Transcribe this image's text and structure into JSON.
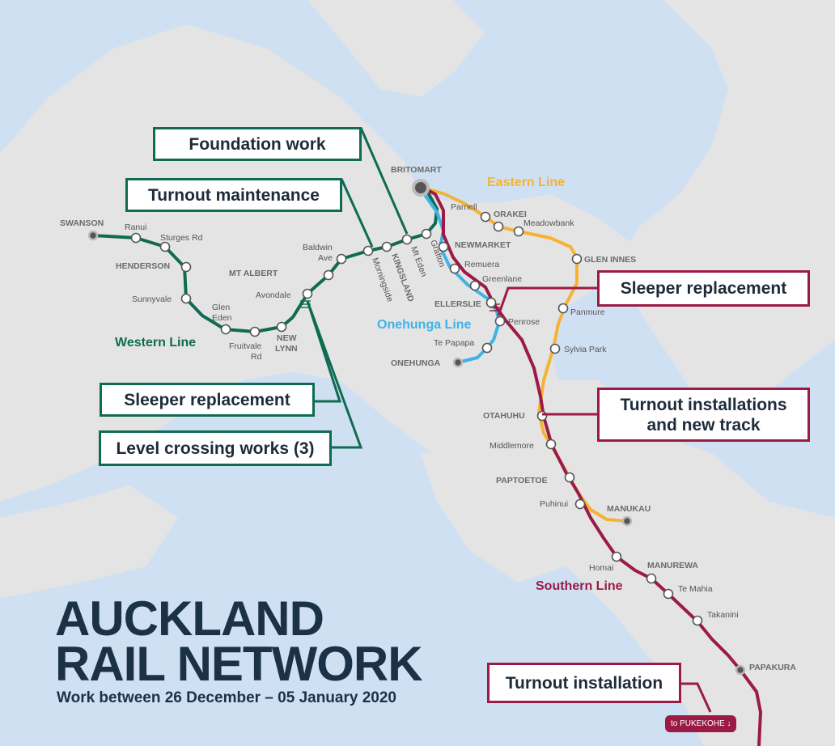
{
  "title": {
    "line1": "AUCKLAND",
    "line2": "RAIL NETWORK"
  },
  "subtitle": "Work between 26 December – 05 January 2020",
  "lines": {
    "western": {
      "name": "Western Line",
      "color": "#0f6b52"
    },
    "eastern": {
      "name": "Eastern Line",
      "color": "#f5b335"
    },
    "onehunga": {
      "name": "Onehunga Line",
      "color": "#3fb3e6"
    },
    "southern": {
      "name": "Southern Line",
      "color": "#9b1b45"
    }
  },
  "stations": {
    "swanson": "SWANSON",
    "ranui": "Ranui",
    "sturges_rd": "Sturges Rd",
    "henderson": "HENDERSON",
    "sunnyvale": "Sunnyvale",
    "glen_eden_1": "Glen",
    "glen_eden_2": "Eden",
    "fruitvale_1": "Fruitvale",
    "fruitvale_2": "Rd",
    "new_lynn_1": "NEW",
    "new_lynn_2": "LYNN",
    "mt_albert": "MT ALBERT",
    "avondale": "Avondale",
    "baldwin_1": "Baldwin",
    "baldwin_2": "Ave",
    "morningside": "Morningside",
    "kingsland": "KINGSLAND",
    "mt_eden": "Mt Eden",
    "grafton": "Grafton",
    "britomart": "BRITOMART",
    "parnell": "Parnell",
    "orakei": "ORAKEI",
    "meadowbank": "Meadowbank",
    "newmarket": "NEWMARKET",
    "remuera": "Remuera",
    "greenlane": "Greenlane",
    "glen_innes": "GLEN INNES",
    "ellerslie": "ELLERSLIE",
    "panmure": "Panmure",
    "penrose": "Penrose",
    "sylvia_park": "Sylvia Park",
    "te_papapa": "Te Papapa",
    "onehunga": "ONEHUNGA",
    "otahuhu": "OTAHUHU",
    "middlemore": "Middlemore",
    "papatoetoe": "PAPTOETOE",
    "puhinui": "Puhinui",
    "manukau": "MANUKAU",
    "homai": "Homai",
    "manurewa": "MANUREWA",
    "te_mahia": "Te Mahia",
    "takanini": "Takanini",
    "papakura": "PAPAKURA"
  },
  "callouts": {
    "foundation": "Foundation work",
    "turnout_maint": "Turnout maintenance",
    "sleeper_w": "Sleeper replacement",
    "level_crossing": "Level crossing works (3)",
    "sleeper_e": "Sleeper replacement",
    "turnout_new_1": "Turnout installations",
    "turnout_new_2": "and new track",
    "turnout_inst": "Turnout installation"
  },
  "pukekohe_badge": "to PUKEKOHE ↓",
  "colors": {
    "water": "#cfe0f3",
    "land": "#e4e4e4",
    "title": "#1b3146"
  }
}
